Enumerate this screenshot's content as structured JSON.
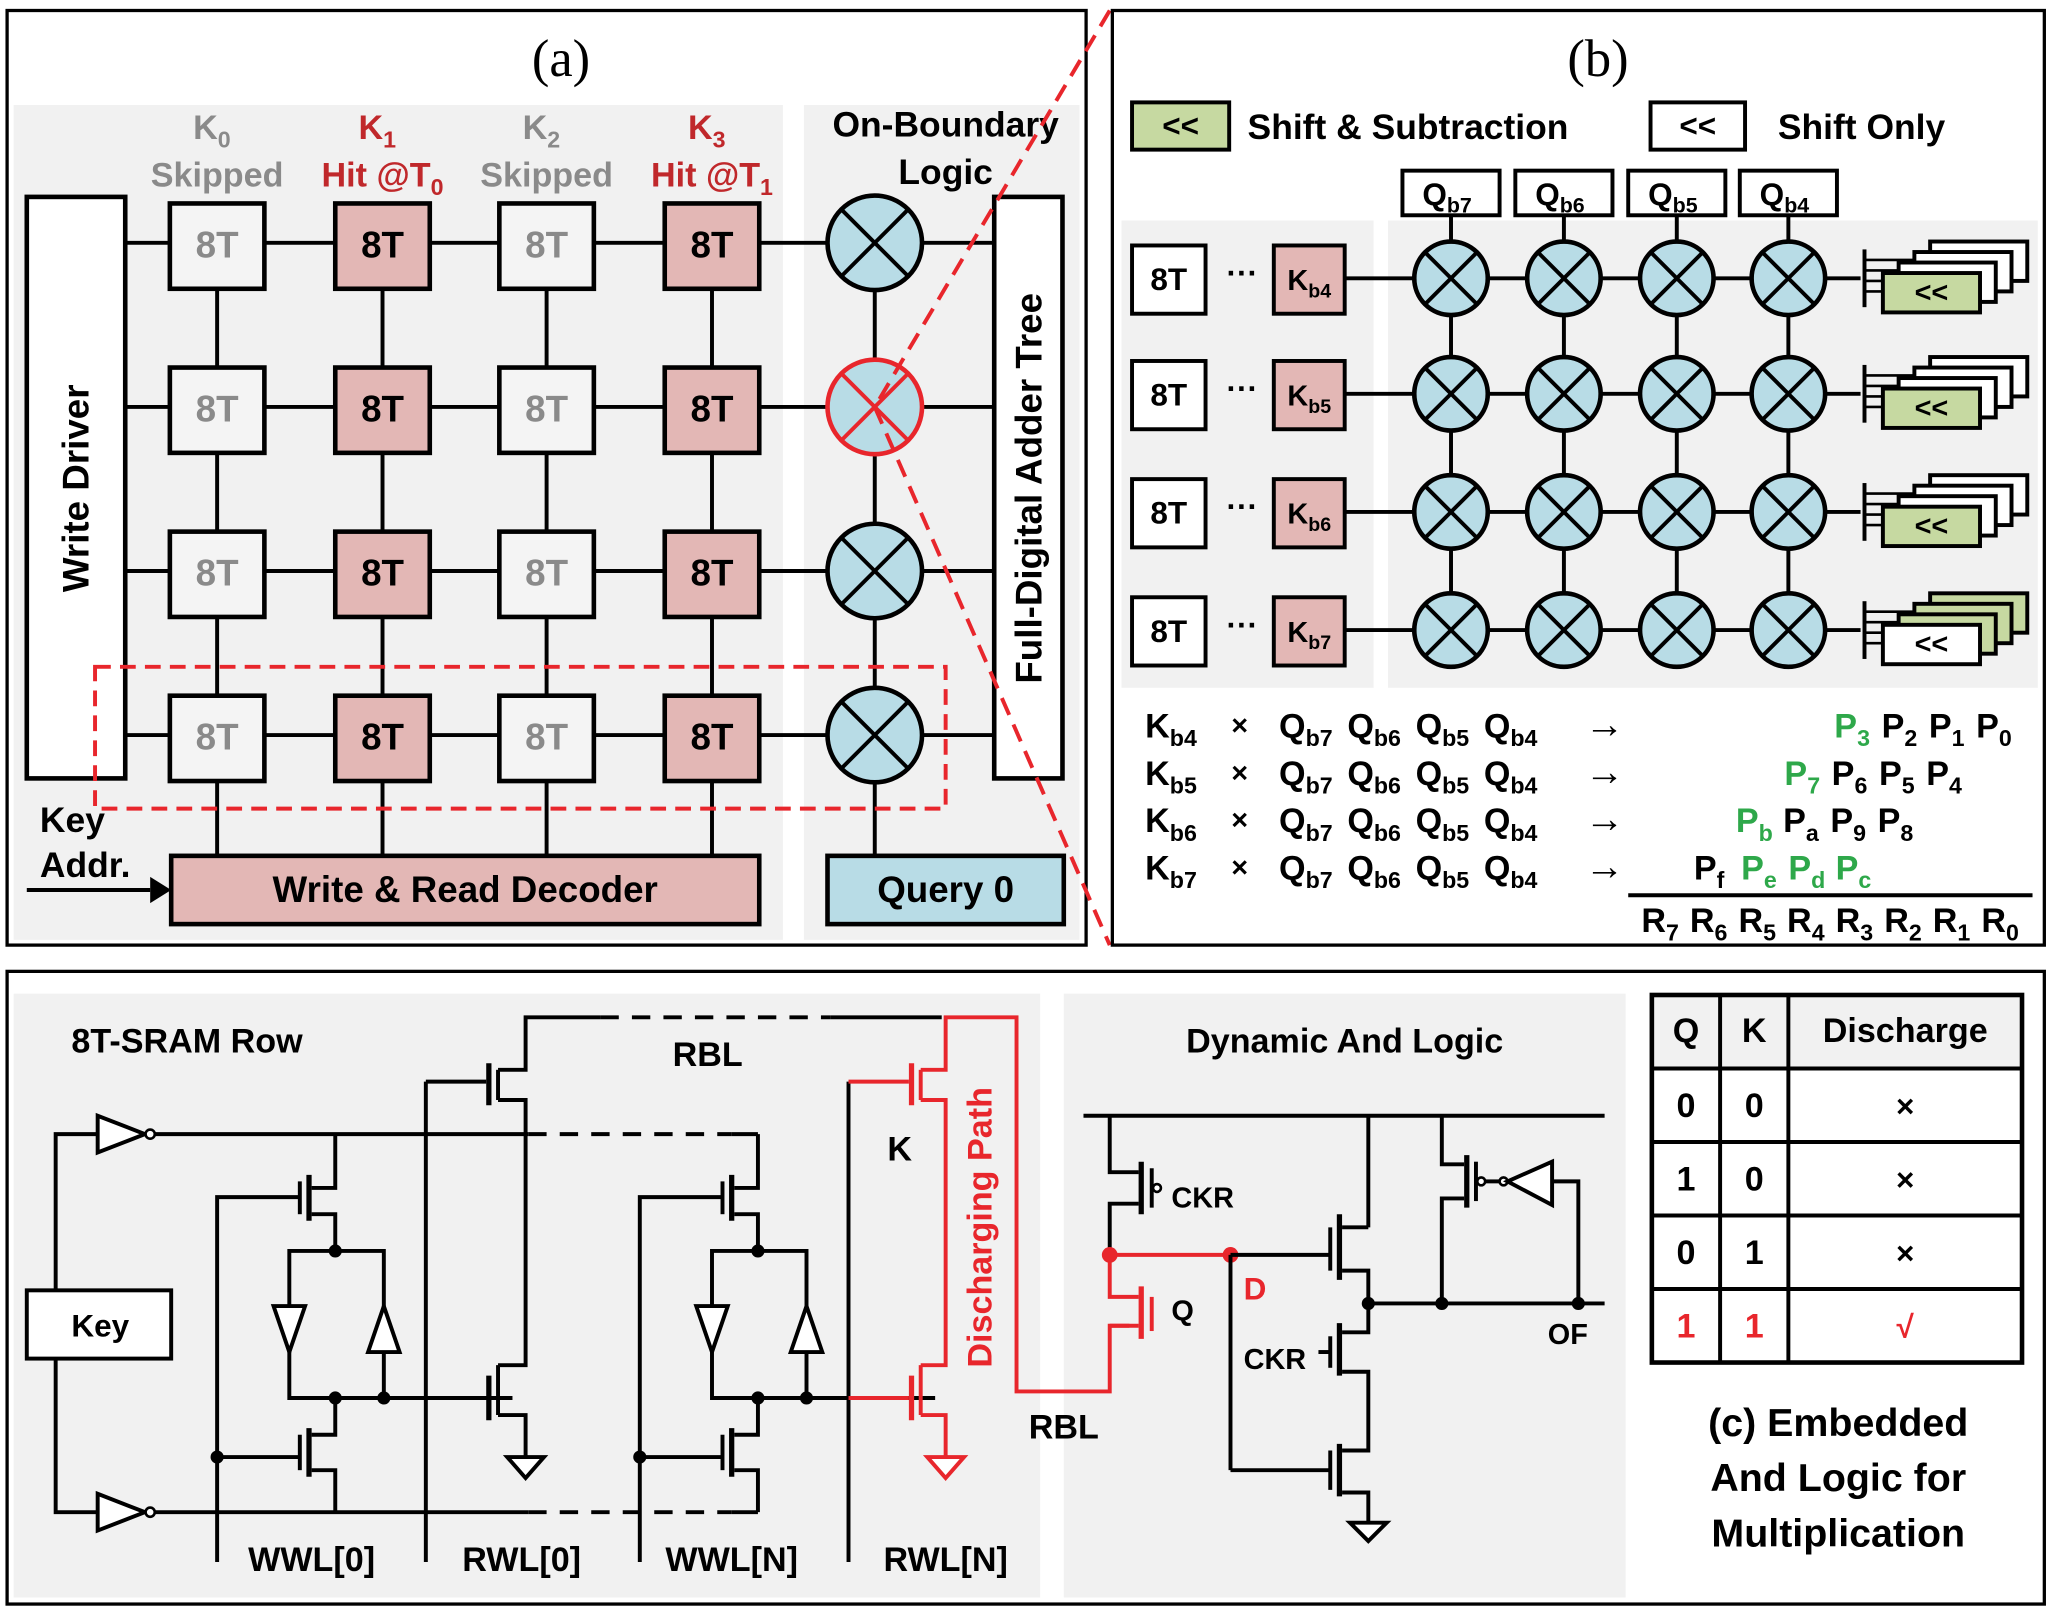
{
  "colors": {
    "hit_cell": "#e3b7b5",
    "skip_cell": "#f4f4f4",
    "xnor": "#b8dce6",
    "panel_bg": "#f1f1f1",
    "shift_sub": "#c6d9a1",
    "highlight_red": "#e8262c",
    "green_text": "#2ea84a",
    "gray_text": "#8a8a8a",
    "dark_red_text": "#c0282b"
  },
  "panel_a": {
    "label": "(a)",
    "columns": [
      {
        "key": "K",
        "sub": "0",
        "status": "Skipped",
        "hit": false
      },
      {
        "key": "K",
        "sub": "1",
        "status": "Hit @T",
        "status_sub": "0",
        "hit": true
      },
      {
        "key": "K",
        "sub": "2",
        "status": "Skipped",
        "hit": false
      },
      {
        "key": "K",
        "sub": "3",
        "status": "Hit @T",
        "status_sub": "1",
        "hit": true
      }
    ],
    "cell_label": "8T",
    "boundary_title_1": "On-Boundary",
    "boundary_title_2": "Logic",
    "write_driver": "Write Driver",
    "adder_tree": "Full-Digital Adder Tree",
    "key_addr_1": "Key",
    "key_addr_2": "Addr.",
    "decoder": "Write & Read Decoder",
    "query": "Query 0",
    "rows": 4
  },
  "panel_b": {
    "label": "(b)",
    "legend": [
      {
        "symbol": "<<",
        "text": "Shift & Subtraction",
        "type": "shift_sub"
      },
      {
        "symbol": "<<",
        "text": "Shift Only",
        "type": "shift_only"
      }
    ],
    "queries": [
      {
        "base": "Q",
        "sub": "b7"
      },
      {
        "base": "Q",
        "sub": "b6"
      },
      {
        "base": "Q",
        "sub": "b5"
      },
      {
        "base": "Q",
        "sub": "b4"
      }
    ],
    "rows": [
      {
        "cell": "8T",
        "dots": "···",
        "key": "K",
        "key_sub": "b4"
      },
      {
        "cell": "8T",
        "dots": "···",
        "key": "K",
        "key_sub": "b5"
      },
      {
        "cell": "8T",
        "dots": "···",
        "key": "K",
        "key_sub": "b6"
      },
      {
        "cell": "8T",
        "dots": "···",
        "key": "K",
        "key_sub": "b7"
      }
    ],
    "shift_symbol": "<<",
    "equations": [
      {
        "k": "b4",
        "products": [
          {
            "s": "3",
            "green": true
          },
          {
            "s": "2",
            "green": false
          },
          {
            "s": "1",
            "green": false
          },
          {
            "s": "0",
            "green": false
          }
        ]
      },
      {
        "k": "b5",
        "products": [
          {
            "s": "7",
            "green": true
          },
          {
            "s": "6",
            "green": false
          },
          {
            "s": "5",
            "green": false
          },
          {
            "s": "4",
            "green": false
          }
        ]
      },
      {
        "k": "b6",
        "products": [
          {
            "s": "b",
            "green": true
          },
          {
            "s": "a",
            "green": false
          },
          {
            "s": "9",
            "green": false
          },
          {
            "s": "8",
            "green": false
          }
        ]
      },
      {
        "k": "b7",
        "products": [
          {
            "s": "f",
            "green": false
          },
          {
            "s": "e",
            "green": true
          },
          {
            "s": "d",
            "green": true
          },
          {
            "s": "c",
            "green": true
          }
        ]
      }
    ],
    "times": "×",
    "arrow": "→",
    "result": [
      "7",
      "6",
      "5",
      "4",
      "3",
      "2",
      "1",
      "0"
    ]
  },
  "panel_c": {
    "sram_title": "8T-SRAM Row",
    "rbl_top": "RBL",
    "key_box": "Key",
    "k_label": "K",
    "discharging": "Discharging Path",
    "rbl_bottom": "RBL",
    "wordlines": [
      "WWL[0]",
      "RWL[0]",
      "WWL[N]",
      "RWL[N]"
    ],
    "dynamic_title": "Dynamic And Logic",
    "ckr_top": "CKR",
    "q_label": "Q",
    "d_label": "D",
    "ckr_bottom": "CKR",
    "of_label": "OF",
    "truth_table": {
      "headers": [
        "Q",
        "K",
        "Discharge"
      ],
      "rows": [
        {
          "q": "0",
          "k": "0",
          "d": "×",
          "highlight": false
        },
        {
          "q": "1",
          "k": "0",
          "d": "×",
          "highlight": false
        },
        {
          "q": "0",
          "k": "1",
          "d": "×",
          "highlight": false
        },
        {
          "q": "1",
          "k": "1",
          "d": "√",
          "highlight": true
        }
      ]
    },
    "caption": [
      "(c) Embedded",
      "And Logic for",
      "Multiplication"
    ]
  }
}
